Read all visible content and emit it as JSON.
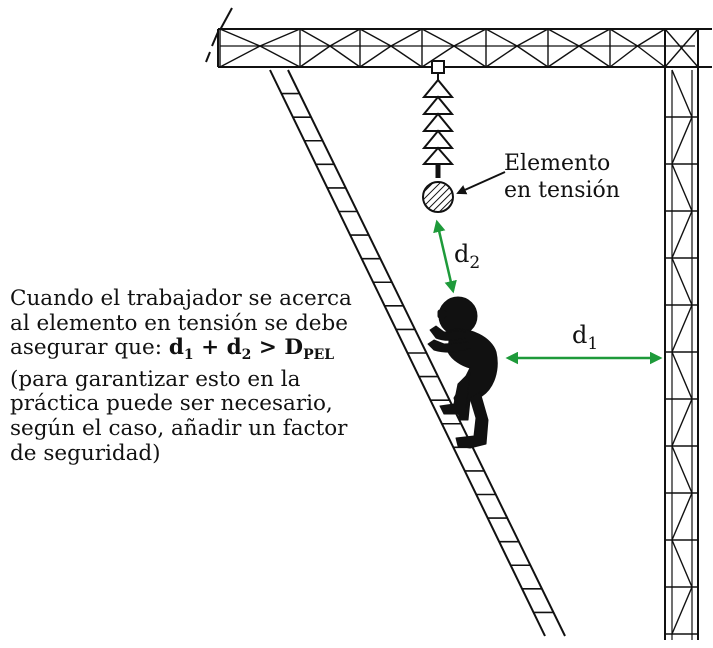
{
  "labels": {
    "element_line1": "Elemento",
    "element_line2": "en tensión",
    "d2_base": "d",
    "d2_sub": "2",
    "d1_base": "d",
    "d1_sub": "1"
  },
  "note": {
    "line1": "Cuando el trabajador se acerca",
    "line2": "al elemento en tensión se debe",
    "line3_prefix": "asegurar que: ",
    "formula": {
      "d1": "d",
      "d1_sub": "1",
      "plus": " + ",
      "d2": "d",
      "d2_sub": "2",
      "gt": " > ",
      "D": "D",
      "D_sub": "PEL"
    },
    "line4": "(para garantizar esto en la",
    "line5": "práctica puede ser necesario,",
    "line6": "según el caso, añadir un factor",
    "line7": "de seguridad)"
  },
  "colors": {
    "arrow": "#1e9a3a",
    "line": "#111111"
  }
}
